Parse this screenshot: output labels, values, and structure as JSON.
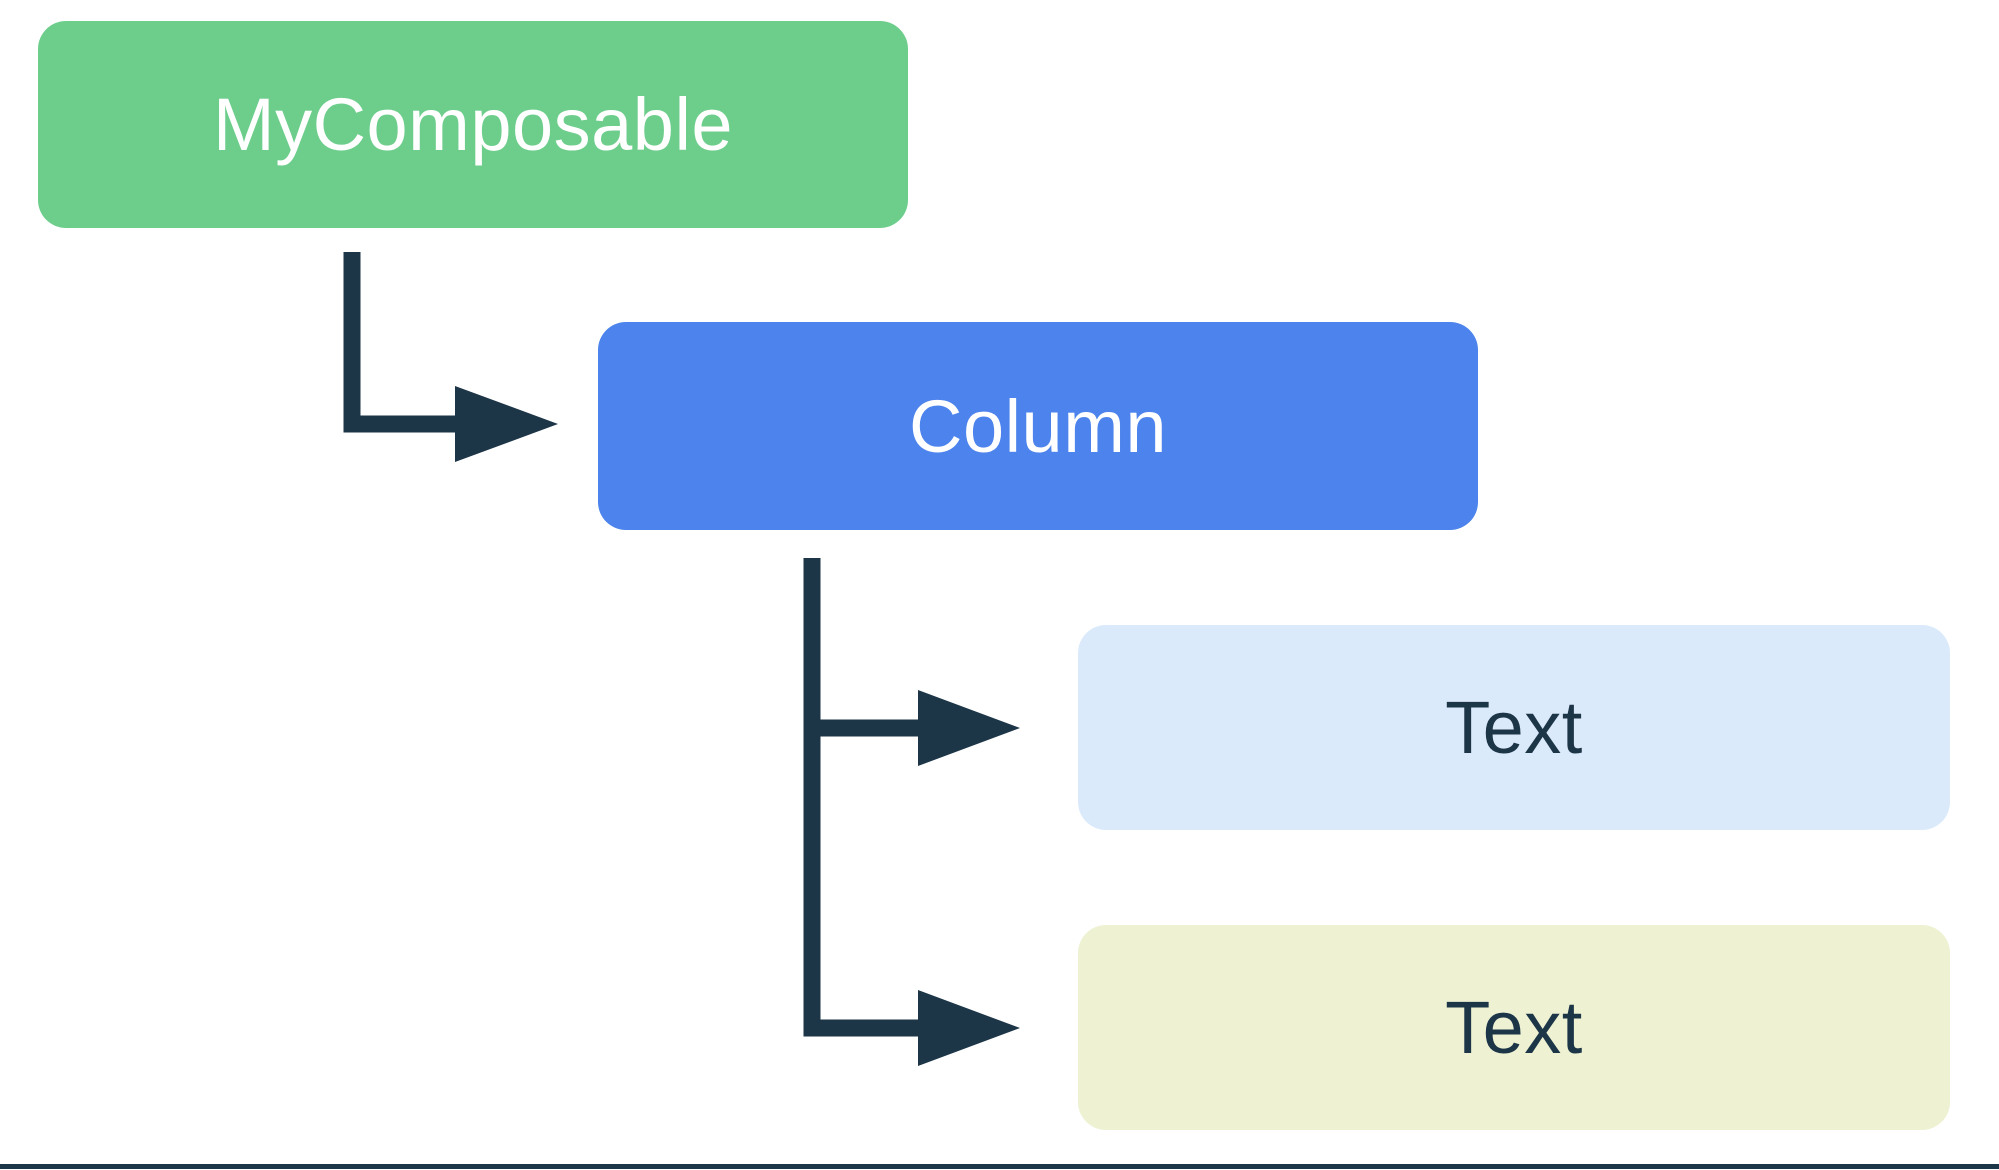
{
  "diagram": {
    "background": "#FFFFFF",
    "connector_color": "#1C3547",
    "bottom_border_color": "#1C3547",
    "nodes": [
      {
        "id": "mycomposable",
        "label": "MyComposable",
        "fill": "#6DCE8C",
        "text_color": "#FFFFFF"
      },
      {
        "id": "column",
        "label": "Column",
        "fill": "#4C83EC",
        "text_color": "#FFFFFF"
      },
      {
        "id": "text1",
        "label": "Text",
        "fill": "#DBEAFB",
        "text_color": "#1C3547"
      },
      {
        "id": "text2",
        "label": "Text",
        "fill": "#EEF2D3",
        "text_color": "#1C3547"
      }
    ],
    "edges": [
      {
        "from": "mycomposable",
        "to": "column"
      },
      {
        "from": "column",
        "to": "text1"
      },
      {
        "from": "column",
        "to": "text2"
      }
    ]
  }
}
